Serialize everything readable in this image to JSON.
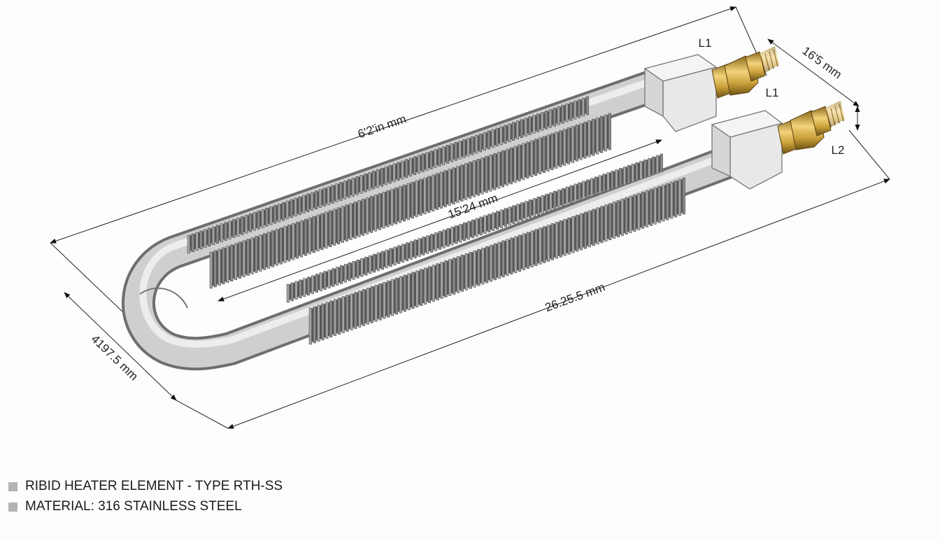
{
  "dimensions": {
    "top_length": "6'2'in mm",
    "inner_length": "15'24 mm",
    "bottom_length": "26.25.5 mm",
    "left_width": "4197.5 mm",
    "terminal_spacing": "16'5 mm"
  },
  "terminals": {
    "label_a": "L1",
    "label_b": "L1",
    "label_c": "L2"
  },
  "legend": [
    "RIBID HEATER ELEMENT - TYPE RTH-SS",
    "MATERIAL: 316 STAINLESS STEEL"
  ],
  "colors": {
    "steel": "#bcbcbc",
    "fins": "#6f6f6f",
    "brass": "#c9a440",
    "insulator": "#e8e8e8"
  }
}
